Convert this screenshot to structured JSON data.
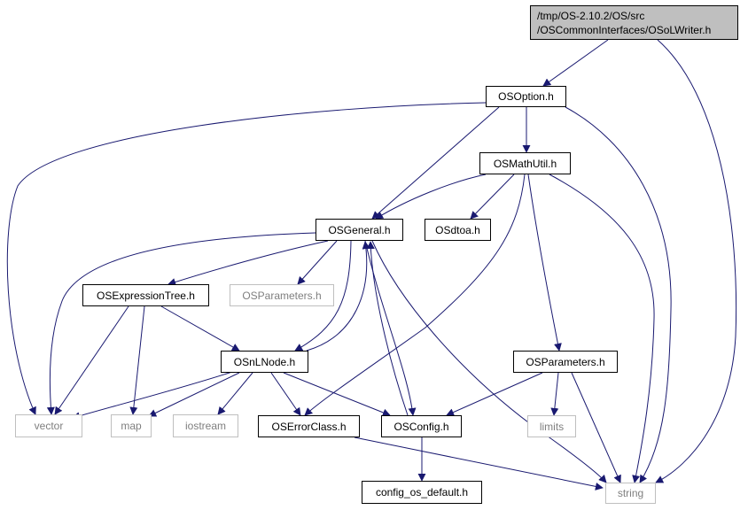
{
  "root": {
    "line1": "/tmp/OS-2.10.2/OS/src",
    "line2": "/OSCommonInterfaces/OSoLWriter.h"
  },
  "nodes": {
    "osoption": "OSOption.h",
    "osmathutil": "OSMathUtil.h",
    "osgeneral": "OSGeneral.h",
    "osdtoa": "OSdtoa.h",
    "osexpressiontree": "OSExpressionTree.h",
    "osparameters_ext": "OSParameters.h",
    "osnlnode": "OSnLNode.h",
    "osparameters_int": "OSParameters.h",
    "vector": "vector",
    "map": "map",
    "iostream": "iostream",
    "oserrorclass": "OSErrorClass.h",
    "osconfig": "OSConfig.h",
    "limits": "limits",
    "config_os_default": "config_os_default.h",
    "string": "string"
  },
  "colors": {
    "edge": "#191970",
    "internal_border": "#000000",
    "external_border": "#bfbfbf",
    "external_text": "#7f7f7f",
    "root_fill": "#bfbfbf"
  }
}
